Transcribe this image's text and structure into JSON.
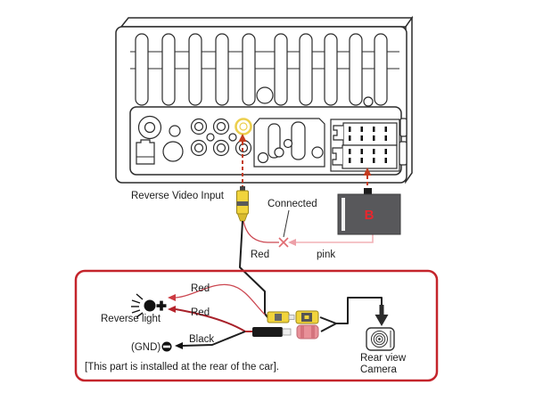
{
  "title": "Car stereo rear-view camera wiring diagram",
  "colors": {
    "highlight_box_border": "#c4242b",
    "rca_yellow": "#f1d43c",
    "wire_red": "#cc4852",
    "wire_dark_red": "#a8212a",
    "wire_pink": "#f2b0b6",
    "wire_black": "#1f1f1f",
    "connector_gray": "#58585b",
    "b_label_red": "#e8262d",
    "dashed_arrow": "#c33b1e"
  },
  "head_unit": {
    "reverse_video_input_label": "Reverse Video Input"
  },
  "connection": {
    "connected_label": "Connected",
    "red_label": "Red",
    "pink_label": "pink",
    "b_connector_label": "B"
  },
  "install_box": {
    "red_upper_label": "Red",
    "red_lower_label": "Red",
    "black_label": "Black",
    "reverse_light_label": "Reverse light",
    "gnd_label": "(GND)",
    "caption": "[This part is installed at the rear of the car].",
    "camera_label_line1": "Rear view",
    "camera_label_line2": "Camera"
  },
  "icons": {
    "reverse_light": "reverse-light-bulb-icon",
    "gnd_symbol": "minus-ground-icon",
    "camera": "rear-view-camera-icon",
    "connected_mark": "x-junction-mark"
  }
}
